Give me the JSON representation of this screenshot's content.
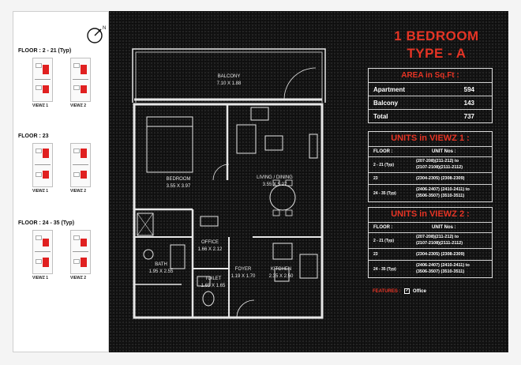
{
  "floors": [
    {
      "label": "FLOOR : 2 - 21 (Typ)",
      "viewz": [
        "VIEWZ 1",
        "VIEWZ 2"
      ]
    },
    {
      "label": "FLOOR : 23",
      "viewz": [
        "VIEWZ 1",
        "VIEWZ 2"
      ]
    },
    {
      "label": "FLOOR : 24 - 35 (Typ)",
      "viewz": [
        "VIEWZ 1",
        "VIEWZ 2"
      ]
    }
  ],
  "plan_rooms": {
    "balcony": {
      "name": "BALCONY",
      "dims": "7.10 X 1.88"
    },
    "bedroom": {
      "name": "BEDROOM",
      "dims": "3.55 X 3.97"
    },
    "living": {
      "name": "LIVING / DINING",
      "dims": "3.55 X 5.27"
    },
    "office": {
      "name": "OFFICE",
      "dims": "1.66 X 2.12"
    },
    "bath": {
      "name": "BATH",
      "dims": "1.95 X 2.55"
    },
    "toilet": {
      "name": "TOILET",
      "dims": "1.65 X 1.65"
    },
    "foyer": {
      "name": "FOYER",
      "dims": "1.19 X 1.70"
    },
    "kitchen": {
      "name": "KITCHEN",
      "dims": "2.35 X 2.50"
    }
  },
  "title": {
    "line1": "1 BEDROOM",
    "line2": "TYPE - A"
  },
  "area": {
    "heading": "AREA in Sq.Ft :",
    "rows": [
      {
        "label": "Apartment",
        "value": "594"
      },
      {
        "label": "Balcony",
        "value": "143"
      },
      {
        "label": "Total",
        "value": "737"
      }
    ]
  },
  "units_viewz1": {
    "heading": "UNITS in VIEWZ 1 :",
    "col_floor": "FLOOR :",
    "col_units": "UNIT Nos :",
    "rows": [
      {
        "floor": "2 - 21 (Typ)",
        "units1": "(207-208)(211-212) to",
        "units2": "(2107-2108)(2111-2112)"
      },
      {
        "floor": "23",
        "units1": "(2304-2305) (2308-2309)",
        "units2": ""
      },
      {
        "floor": "24 - 35 (Typ)",
        "units1": "(2406-2407) (2410-2411) to",
        "units2": "(3506-3507) (3510-3511)"
      }
    ]
  },
  "units_viewz2": {
    "heading": "UNITS in VIEWZ 2 :",
    "col_floor": "FLOOR :",
    "col_units": "UNIT Nos :",
    "rows": [
      {
        "floor": "2 - 21 (Typ)",
        "units1": "(207-208)(211-212) to",
        "units2": "(2107-2108)(2111-2112)"
      },
      {
        "floor": "23",
        "units1": "(2304-2305) (2308-2309)",
        "units2": ""
      },
      {
        "floor": "24 - 35 (Typ)",
        "units1": "(2406-2407) (2410-2411) to",
        "units2": "(3506-3507) (3510-3511)"
      }
    ]
  },
  "features": {
    "label": "FEATURES :",
    "items": [
      "Office"
    ]
  },
  "colors": {
    "accent": "#e53425",
    "background_dark": "#141414",
    "highlight": "#e02020"
  },
  "icons": [
    "compass-icon",
    "checkbox-icon"
  ]
}
